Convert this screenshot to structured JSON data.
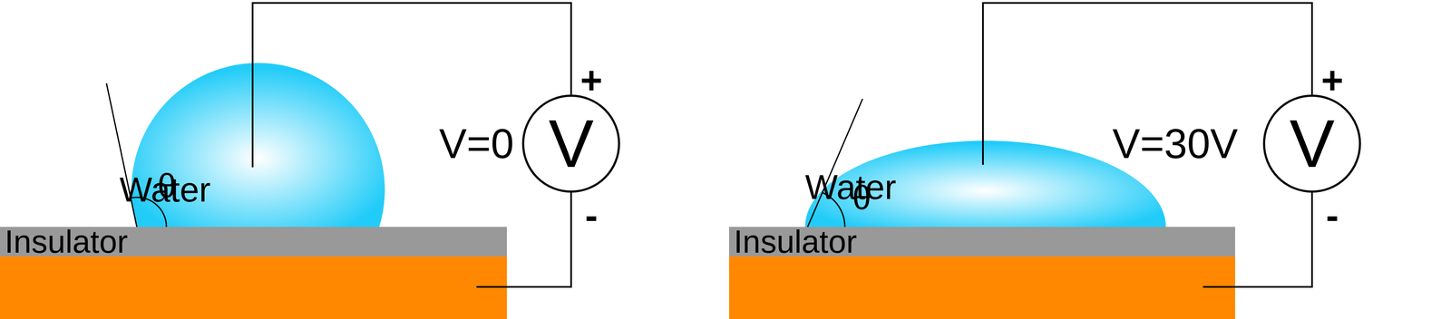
{
  "diagram": {
    "nodes": [
      {
        "text": [
          "Water"
        ]
      },
      {
        "text": [
          "Insulator"
        ]
      },
      {
        "text": [
          "V"
        ]
      },
      {
        "text": [
          "Water"
        ]
      },
      {
        "text": [
          "Insulator"
        ]
      },
      {
        "text": [
          "V"
        ]
      }
    ],
    "edges": [
      {
        "from": 0,
        "to": 2,
        "arrow": "none"
      },
      {
        "from": 3,
        "to": 5,
        "arrow": "none"
      }
    ],
    "labels": [
      "θ",
      "V=0",
      "+",
      "-",
      "θ",
      "V=30V",
      "+",
      "-"
    ]
  }
}
